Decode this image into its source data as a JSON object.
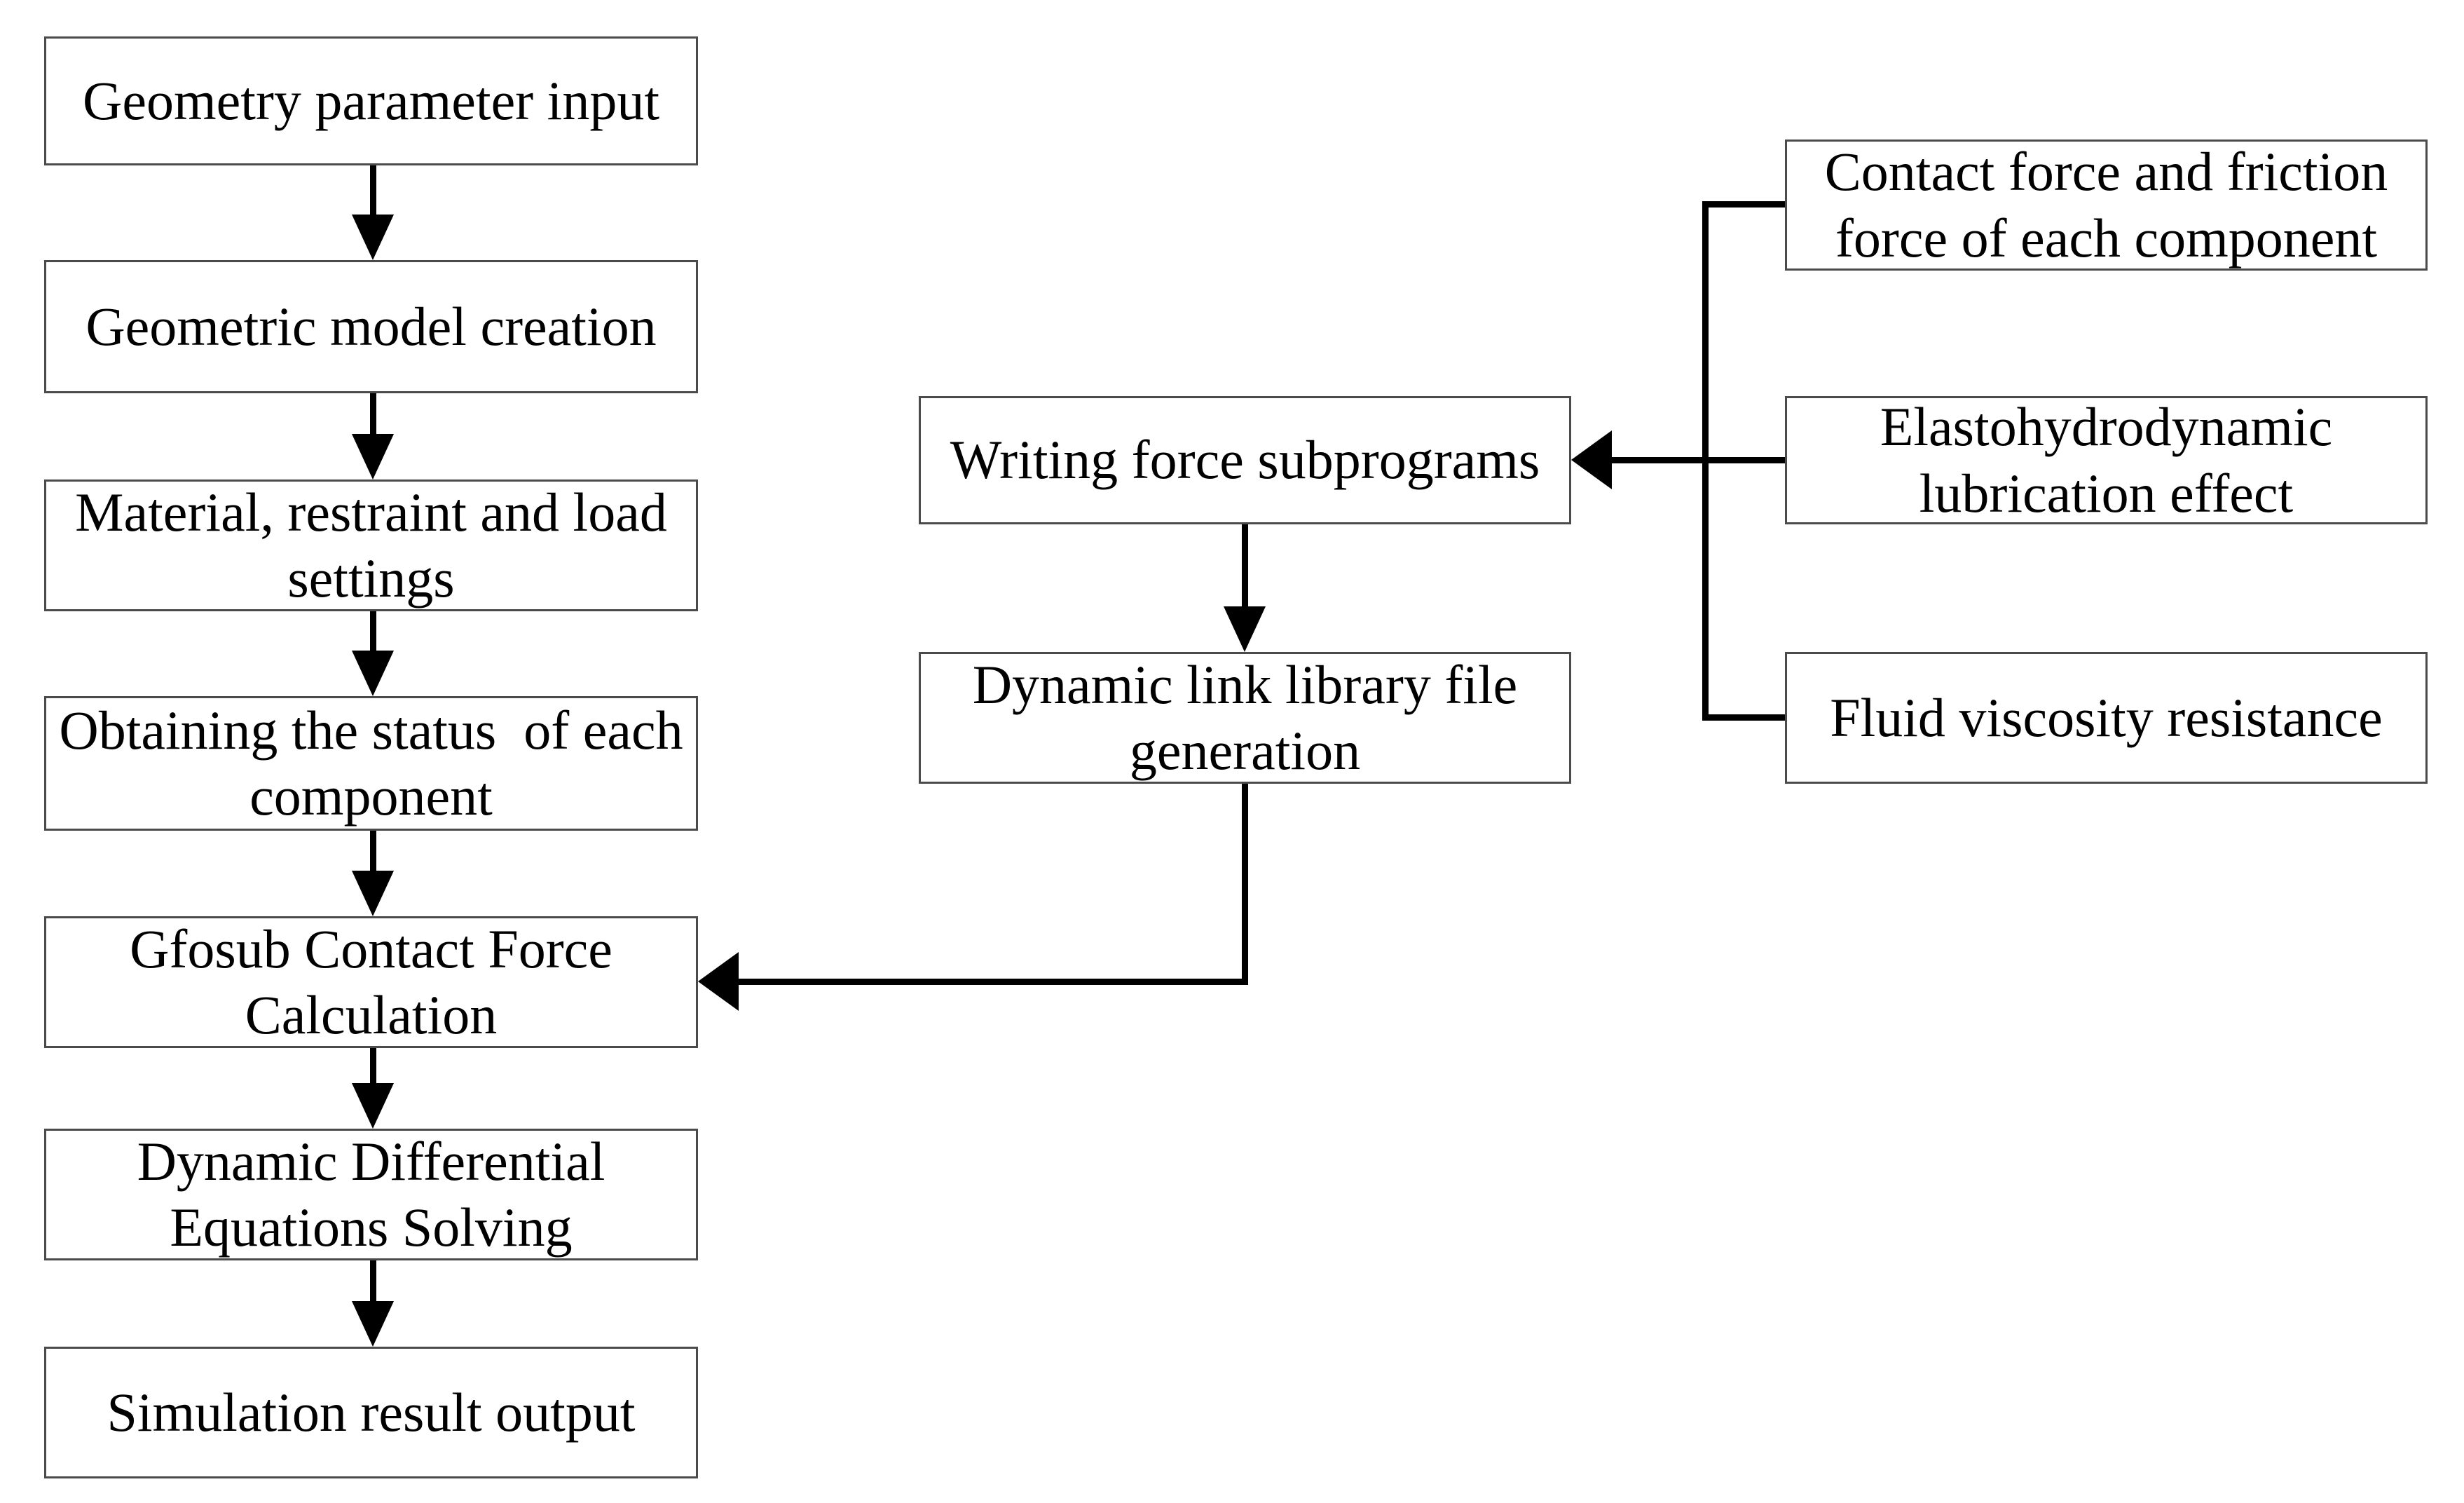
{
  "figure": {
    "type": "flowchart",
    "background": "#ffffff",
    "line_color": "#000000",
    "box_border_color": "#4b4b4b",
    "box_fill": "#ffffff",
    "text_color": "#000000"
  },
  "nodes": {
    "left_column": [
      {
        "label": "Geometry parameter input"
      },
      {
        "label": "Geometric model creation"
      },
      {
        "label": "Material, restraint and load\nsettings"
      },
      {
        "label": "Obtaining the status  of each\ncomponent"
      },
      {
        "label": "Gfosub Contact Force\nCalculation"
      },
      {
        "label": "Dynamic Differential\nEquations Solving"
      },
      {
        "label": "Simulation result output"
      }
    ],
    "middle_column": [
      {
        "label": "Writing force subprograms"
      },
      {
        "label": "Dynamic link library file\ngeneration"
      }
    ],
    "right_column": [
      {
        "label": "Contact force and friction\nforce of each component"
      },
      {
        "label": "Elastohydrodynamic\nlubrication effect"
      },
      {
        "label": "Fluid viscosity resistance"
      }
    ]
  },
  "edges": [
    {
      "from": "Geometry parameter input",
      "to": "Geometric model creation"
    },
    {
      "from": "Geometric model creation",
      "to": "Material, restraint and load settings"
    },
    {
      "from": "Material, restraint and load settings",
      "to": "Obtaining the status of each component"
    },
    {
      "from": "Obtaining the status of each component",
      "to": "Gfosub Contact Force Calculation"
    },
    {
      "from": "Gfosub Contact Force Calculation",
      "to": "Dynamic Differential Equations Solving"
    },
    {
      "from": "Dynamic Differential Equations Solving",
      "to": "Simulation result output"
    },
    {
      "from": "Contact force and friction force of each component",
      "to": "Writing force subprograms"
    },
    {
      "from": "Elastohydrodynamic lubrication effect",
      "to": "Writing force subprograms"
    },
    {
      "from": "Fluid viscosity resistance",
      "to": "Writing force subprograms"
    },
    {
      "from": "Writing force subprograms",
      "to": "Dynamic link library file generation"
    },
    {
      "from": "Dynamic link library file generation",
      "to": "Gfosub Contact Force Calculation"
    }
  ]
}
